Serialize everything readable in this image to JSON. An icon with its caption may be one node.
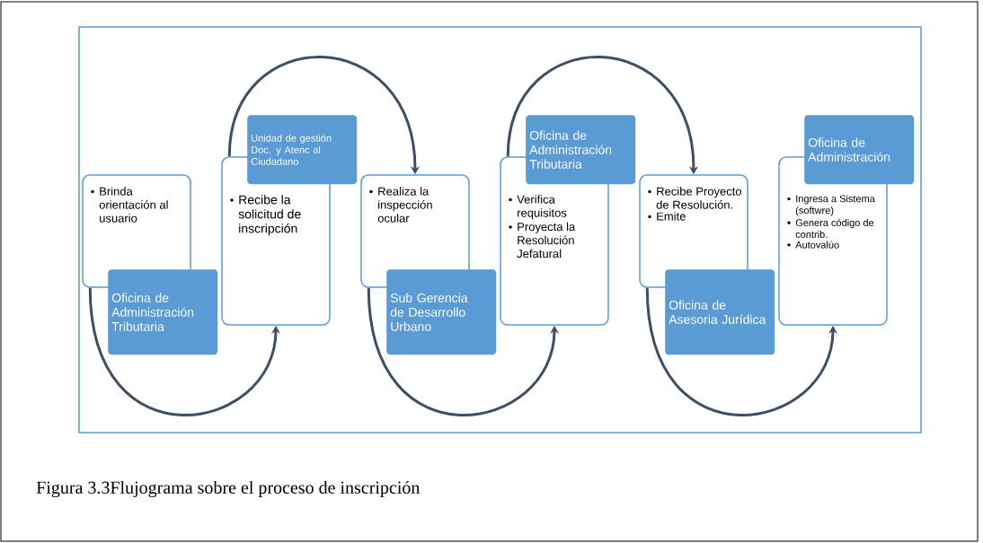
{
  "diagram": {
    "caption": "Figura 3.3Flujograma sobre el proceso de inscripción",
    "nodes": [
      {
        "text": [
          "Brinda orientación al usuario",
          "Oficina de Administración Tributaria"
        ]
      },
      {
        "text": [
          "Unidad de gestión Doc. y Atenc al Ciudadano",
          "Recibe la solicitud de inscripción"
        ]
      },
      {
        "text": [
          "Realiza la inspección ocular",
          "Sub Gerencia de Desarrollo Urbano"
        ]
      },
      {
        "text": [
          "Oficina de Administración Tributaria",
          "Verifica requisitos",
          "Proyecta la Resolución Jefatural"
        ]
      },
      {
        "text": [
          "Recibe Proyecto de Resolución.",
          "Emite",
          "Oficina de Asesoria Jurídica"
        ]
      },
      {
        "text": [
          "Oficina de Administración",
          "Ingresa a Sistema (softwre)",
          "Genera código de contrib.",
          "Autovalúo"
        ]
      }
    ],
    "edges": [
      {
        "from": 0,
        "to": 1,
        "arrow": "to"
      },
      {
        "from": 1,
        "to": 2,
        "arrow": "to"
      },
      {
        "from": 2,
        "to": 3,
        "arrow": "to"
      },
      {
        "from": 3,
        "to": 4,
        "arrow": "to"
      },
      {
        "from": 4,
        "to": 5,
        "arrow": "to"
      }
    ]
  }
}
